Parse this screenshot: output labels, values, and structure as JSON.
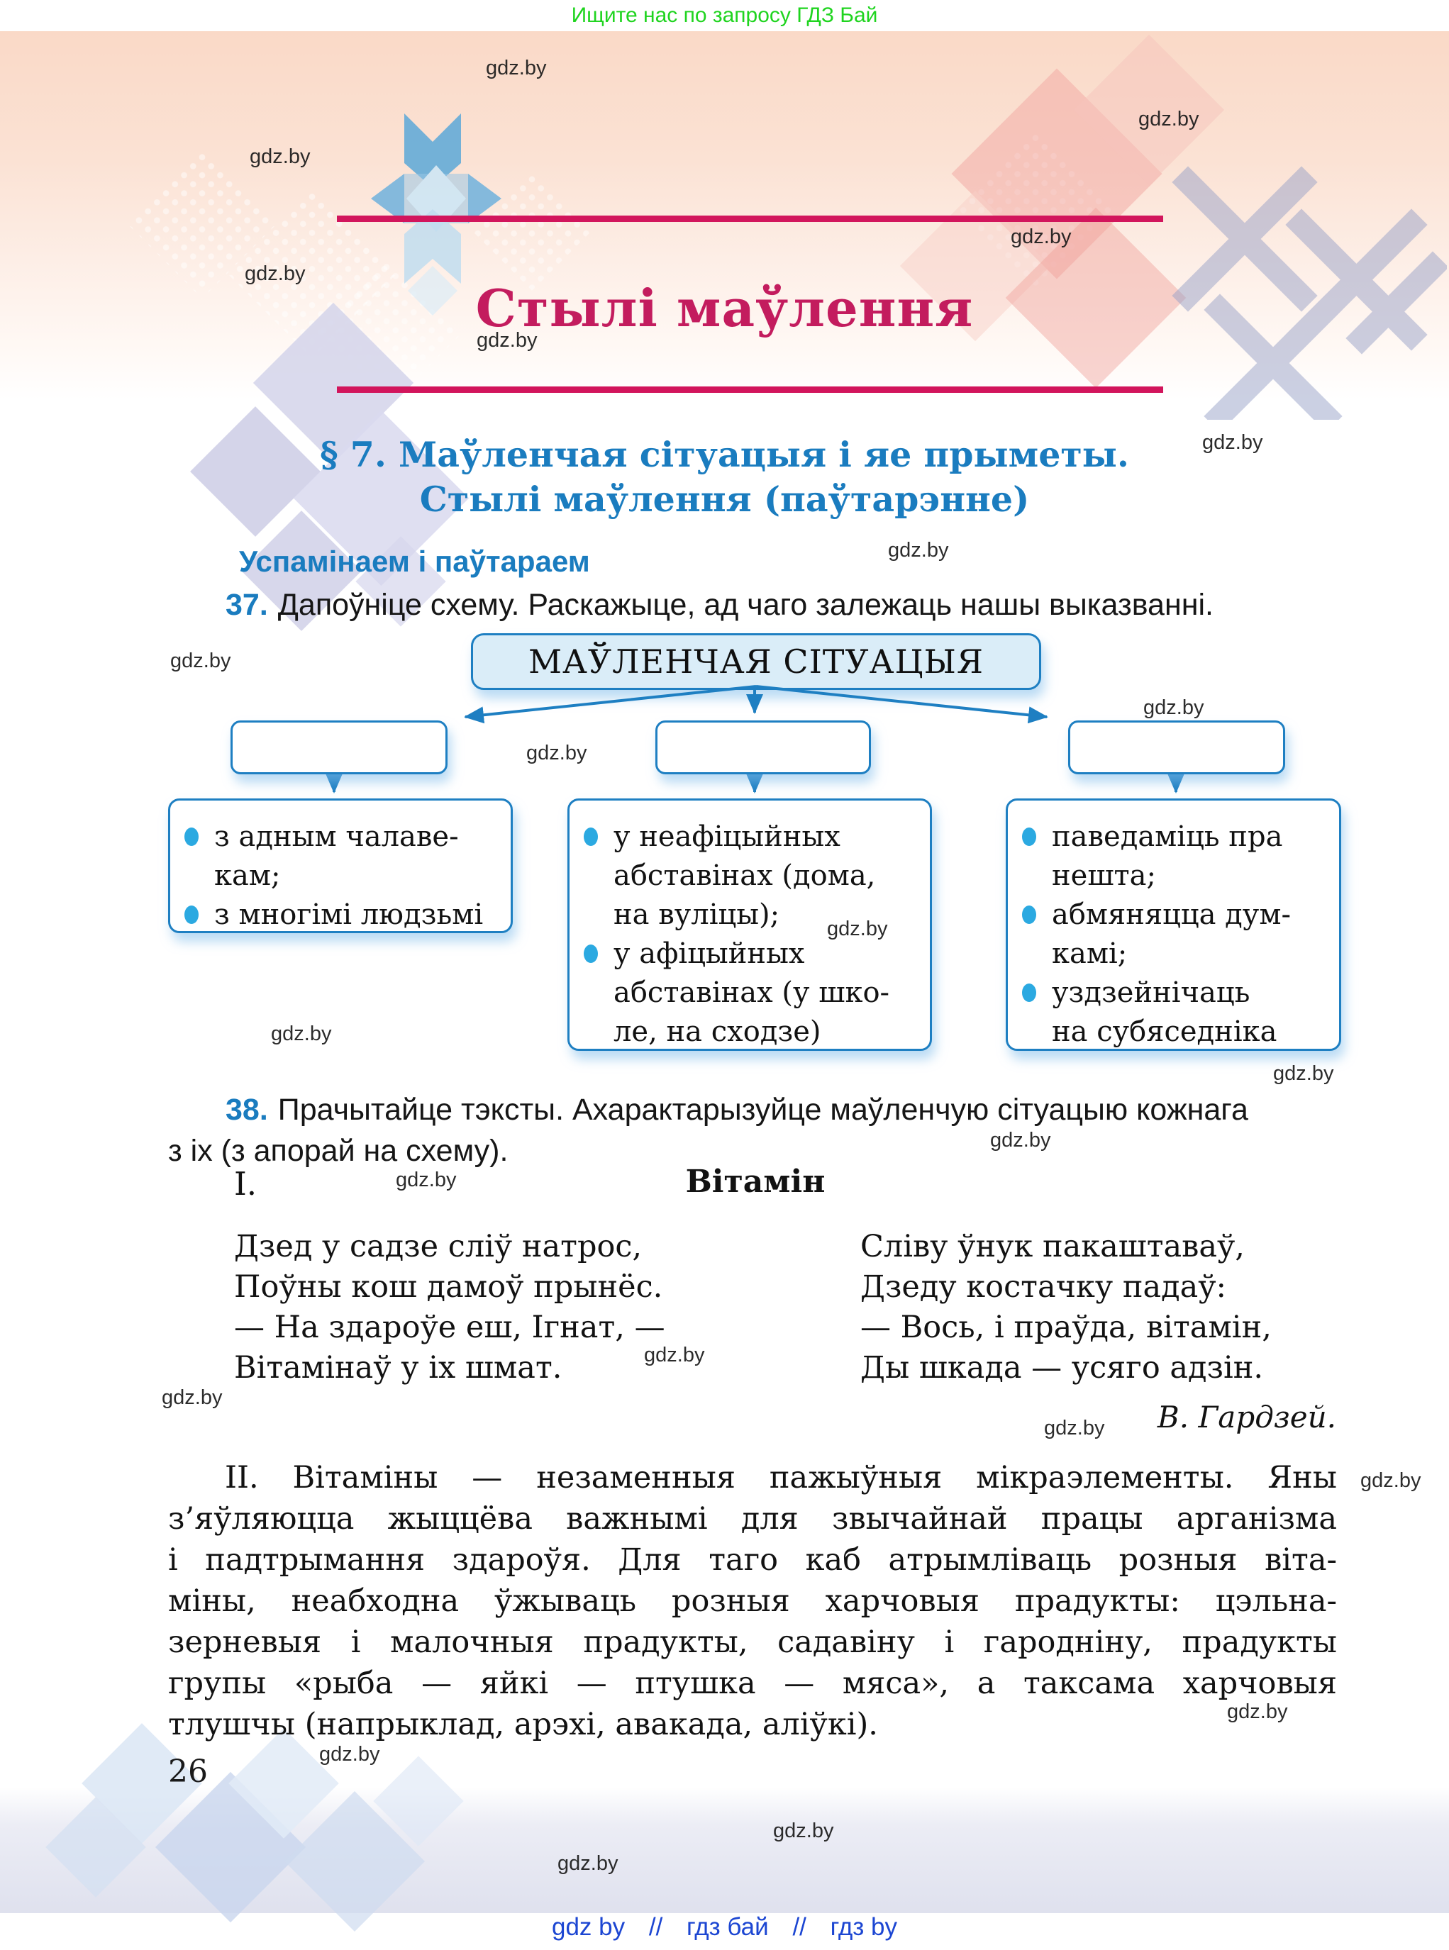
{
  "banner": {
    "text": "Ищите нас по запросу ГДЗ Бай"
  },
  "watermark": {
    "label": "gdz.by"
  },
  "chapter": {
    "title": "Стылі маўлення"
  },
  "section": {
    "heading_line1": "§ 7. Маўленчая сітуацыя і яе прыметы.",
    "heading_line2": "Стылі маўлення (паўтарэнне)",
    "subheading": "Успамінаем і паўтараем"
  },
  "exercise37": {
    "number": "37.",
    "text": "Дапоўніце схему. Раскажыце, ад чаго залежаць нашы выказванні."
  },
  "diagram": {
    "root": "МАЎЛЕНЧАЯ СІТУАЦЫЯ",
    "boxes": [
      {
        "items": [
          {
            "lines": [
              "з адным чалаве-",
              "кам;"
            ]
          },
          {
            "lines": [
              "з многімі людзьмі"
            ]
          }
        ]
      },
      {
        "items": [
          {
            "lines": [
              "у неафіцыйных",
              "абставінах (дома,",
              "на вуліцы);"
            ]
          },
          {
            "lines": [
              "у афіцыйных",
              "абставінах (у шко-",
              "ле, на сходзе)"
            ]
          }
        ]
      },
      {
        "items": [
          {
            "lines": [
              "паведаміць пра",
              "нешта;"
            ]
          },
          {
            "lines": [
              "абмяняцца дум-",
              "камі;"
            ]
          },
          {
            "lines": [
              "уздзейнічаць",
              "на субяседніка"
            ]
          }
        ]
      }
    ]
  },
  "exercise38": {
    "number": "38.",
    "line1": "Прачытайце тэксты. Ахарактарызуйце маўленчую сітуацыю кожнага",
    "line2": "з іх (з апорай на схему)."
  },
  "text1": {
    "label": "I.",
    "title": "Вітамін",
    "left_lines": [
      "Дзед у садзе сліў натрос,",
      "Поўны кош дамоў прынёс.",
      "— На здароўе еш, Ігнат, —",
      "Вітамінаў у іх шмат."
    ],
    "right_lines": [
      "Сліву ўнук пакаштаваў,",
      "Дзеду костачку падаў:",
      "— Вось, і праўда, вітамін,",
      "Ды шкада — усяго адзін."
    ],
    "author": "В. Гардзей."
  },
  "text2": {
    "lines": [
      "II. Вітаміны — незаменныя пажыўныя мікраэлементы. Яны",
      "з’яўляюцца жыццёва важнымі для звычайнай працы арганізма",
      "і падтрымання здароўя. Для таго каб атрымліваць розныя віта-",
      "міны, неабходна ўжываць розныя харчовыя прадукты: цэльна-",
      "зерневыя і малочныя прадукты, садавіну і гародніну, прадукты",
      "групы «рыба — яйкі — птушка — мяса», а таксама харчовыя",
      "тлушчы (напрыклад, арэхі, авакада, аліўкі)."
    ]
  },
  "page": {
    "number": "26"
  },
  "footer": {
    "link1": "gdz by",
    "sep": "//",
    "link2": "гдз бай",
    "link3": "гдз by"
  },
  "colors": {
    "banner_green": "#1fd41f",
    "accent_magenta": "#d2155c",
    "title_crimson": "#c31c5e",
    "heading_blue": "#1a7cbf",
    "diagram_blue": "#1e7fc2",
    "bullet_blue": "#2ba9e1",
    "link_blue": "#1c46d2"
  }
}
